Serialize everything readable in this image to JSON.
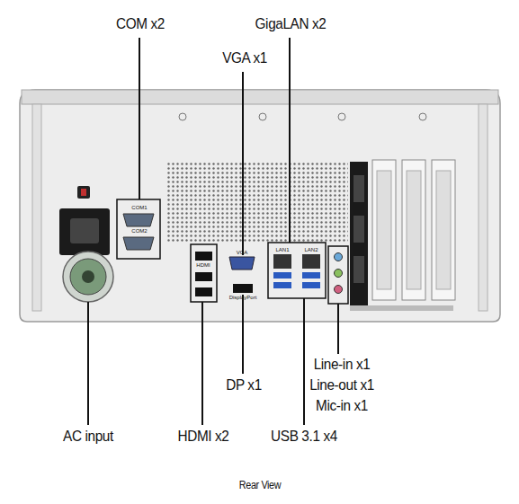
{
  "diagram": {
    "caption": "Rear View",
    "labels": [
      "COM x2",
      "GigaLAN x2",
      "VGA x1",
      "DP x1",
      "Line-in x1",
      "Line-out x1",
      "Mic-in x1",
      "AC input",
      "HDMI x2",
      "USB 3.1 x4",
      "COM1",
      "COM2",
      "HDMI",
      "VGA",
      "LAN1",
      "LAN2",
      "DisplayPort"
    ]
  }
}
